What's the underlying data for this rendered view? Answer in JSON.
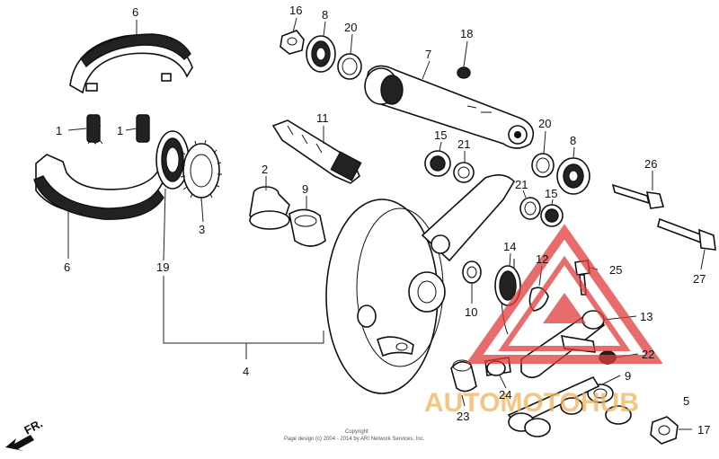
{
  "diagram": {
    "callouts": [
      {
        "id": "c6a",
        "text": "6"
      },
      {
        "id": "c1a",
        "text": "1"
      },
      {
        "id": "c1b",
        "text": "1"
      },
      {
        "id": "c6b",
        "text": "6"
      },
      {
        "id": "c19",
        "text": "19"
      },
      {
        "id": "c3",
        "text": "3"
      },
      {
        "id": "c2",
        "text": "2"
      },
      {
        "id": "c9a",
        "text": "9"
      },
      {
        "id": "c11",
        "text": "11"
      },
      {
        "id": "c16",
        "text": "16"
      },
      {
        "id": "c8a",
        "text": "8"
      },
      {
        "id": "c20a",
        "text": "20"
      },
      {
        "id": "c18",
        "text": "18"
      },
      {
        "id": "c7",
        "text": "7"
      },
      {
        "id": "c15a",
        "text": "15"
      },
      {
        "id": "c21a",
        "text": "21"
      },
      {
        "id": "c20b",
        "text": "20"
      },
      {
        "id": "c8b",
        "text": "8"
      },
      {
        "id": "c26",
        "text": "26"
      },
      {
        "id": "c21b",
        "text": "21"
      },
      {
        "id": "c15b",
        "text": "15"
      },
      {
        "id": "c14",
        "text": "14"
      },
      {
        "id": "c12",
        "text": "12"
      },
      {
        "id": "c25",
        "text": "25"
      },
      {
        "id": "c27",
        "text": "27"
      },
      {
        "id": "c10",
        "text": "10"
      },
      {
        "id": "c13",
        "text": "13"
      },
      {
        "id": "c22",
        "text": "22"
      },
      {
        "id": "c9b",
        "text": "9"
      },
      {
        "id": "c24",
        "text": "24"
      },
      {
        "id": "c23",
        "text": "23"
      },
      {
        "id": "c5",
        "text": "5"
      },
      {
        "id": "c17",
        "text": "17"
      },
      {
        "id": "c4",
        "text": "4"
      }
    ],
    "direction_label": "FR.",
    "copyright_line1": "Copyright",
    "copyright_line2": "Page design (c) 2004 - 2014 by ARI Network Services, Inc.",
    "watermark": {
      "text": "AUTOMOTOHUB",
      "triangle_color": "#e23b3b",
      "text_color": "#f2b35a"
    }
  }
}
